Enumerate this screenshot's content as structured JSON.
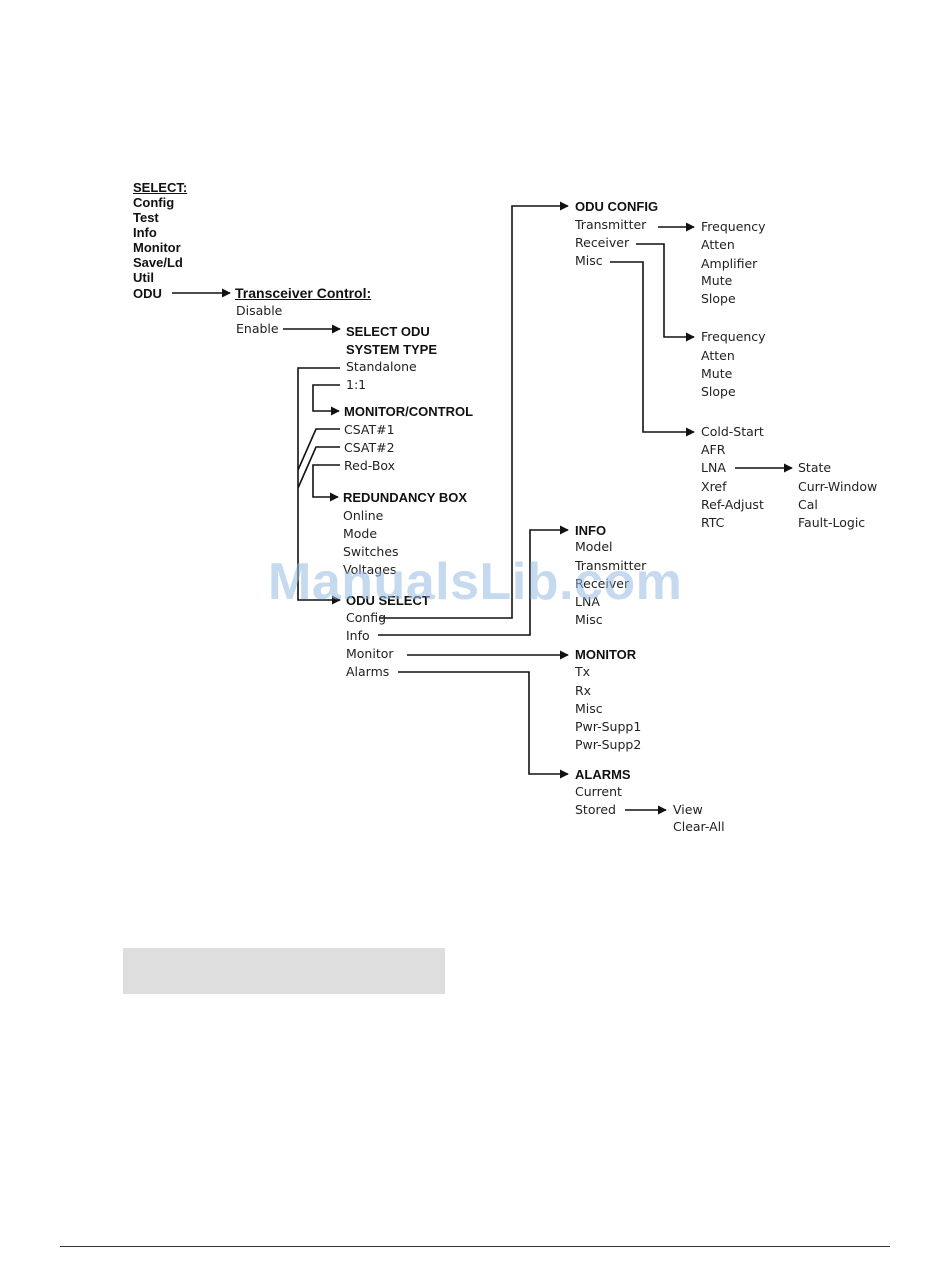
{
  "select_menu": {
    "heading": "SELECT:",
    "items": [
      "Config",
      "Test",
      "Info",
      "Monitor",
      "Save/Ld",
      "Util"
    ],
    "odu": "ODU"
  },
  "transceiver_control": {
    "heading": "Transceiver Control:",
    "items": [
      "Disable",
      "Enable"
    ]
  },
  "select_odu_system_type": {
    "heading_line1": "SELECT ODU",
    "heading_line2": "SYSTEM TYPE",
    "items": [
      "Standalone",
      "1:1"
    ]
  },
  "monitor_control": {
    "heading": "MONITOR/CONTROL",
    "items": [
      "CSAT#1",
      "CSAT#2",
      "Red-Box"
    ]
  },
  "redundancy_box": {
    "heading": "REDUNDANCY BOX",
    "items": [
      "Online",
      "Mode",
      "Switches",
      "Voltages"
    ]
  },
  "odu_select": {
    "heading": "ODU SELECT",
    "items": [
      "Config",
      "Info",
      "Monitor",
      "Alarms"
    ]
  },
  "odu_config": {
    "heading": "ODU CONFIG",
    "items": [
      "Transmitter",
      "Receiver",
      "Misc"
    ]
  },
  "transmitter_options": [
    "Frequency",
    "Atten",
    "Amplifier",
    "Mute",
    "Slope"
  ],
  "receiver_options": [
    "Frequency",
    "Atten",
    "Mute",
    "Slope"
  ],
  "misc_options": [
    "Cold-Start",
    "AFR",
    "LNA",
    "Xref",
    "Ref-Adjust",
    "RTC"
  ],
  "lna_options": [
    "State",
    "Curr-Window",
    "Cal",
    "Fault-Logic"
  ],
  "info": {
    "heading": "INFO",
    "items": [
      "Model",
      "Transmitter",
      "Receiver",
      "LNA",
      "Misc"
    ]
  },
  "monitor": {
    "heading": "MONITOR",
    "items": [
      "Tx",
      "Rx",
      "Misc",
      "Pwr-Supp1",
      "Pwr-Supp2"
    ]
  },
  "alarms": {
    "heading": "ALARMS",
    "items": [
      "Current",
      "Stored"
    ]
  },
  "stored_options": [
    "View",
    "Clear-All"
  ],
  "watermark": "ManualsLib.com"
}
